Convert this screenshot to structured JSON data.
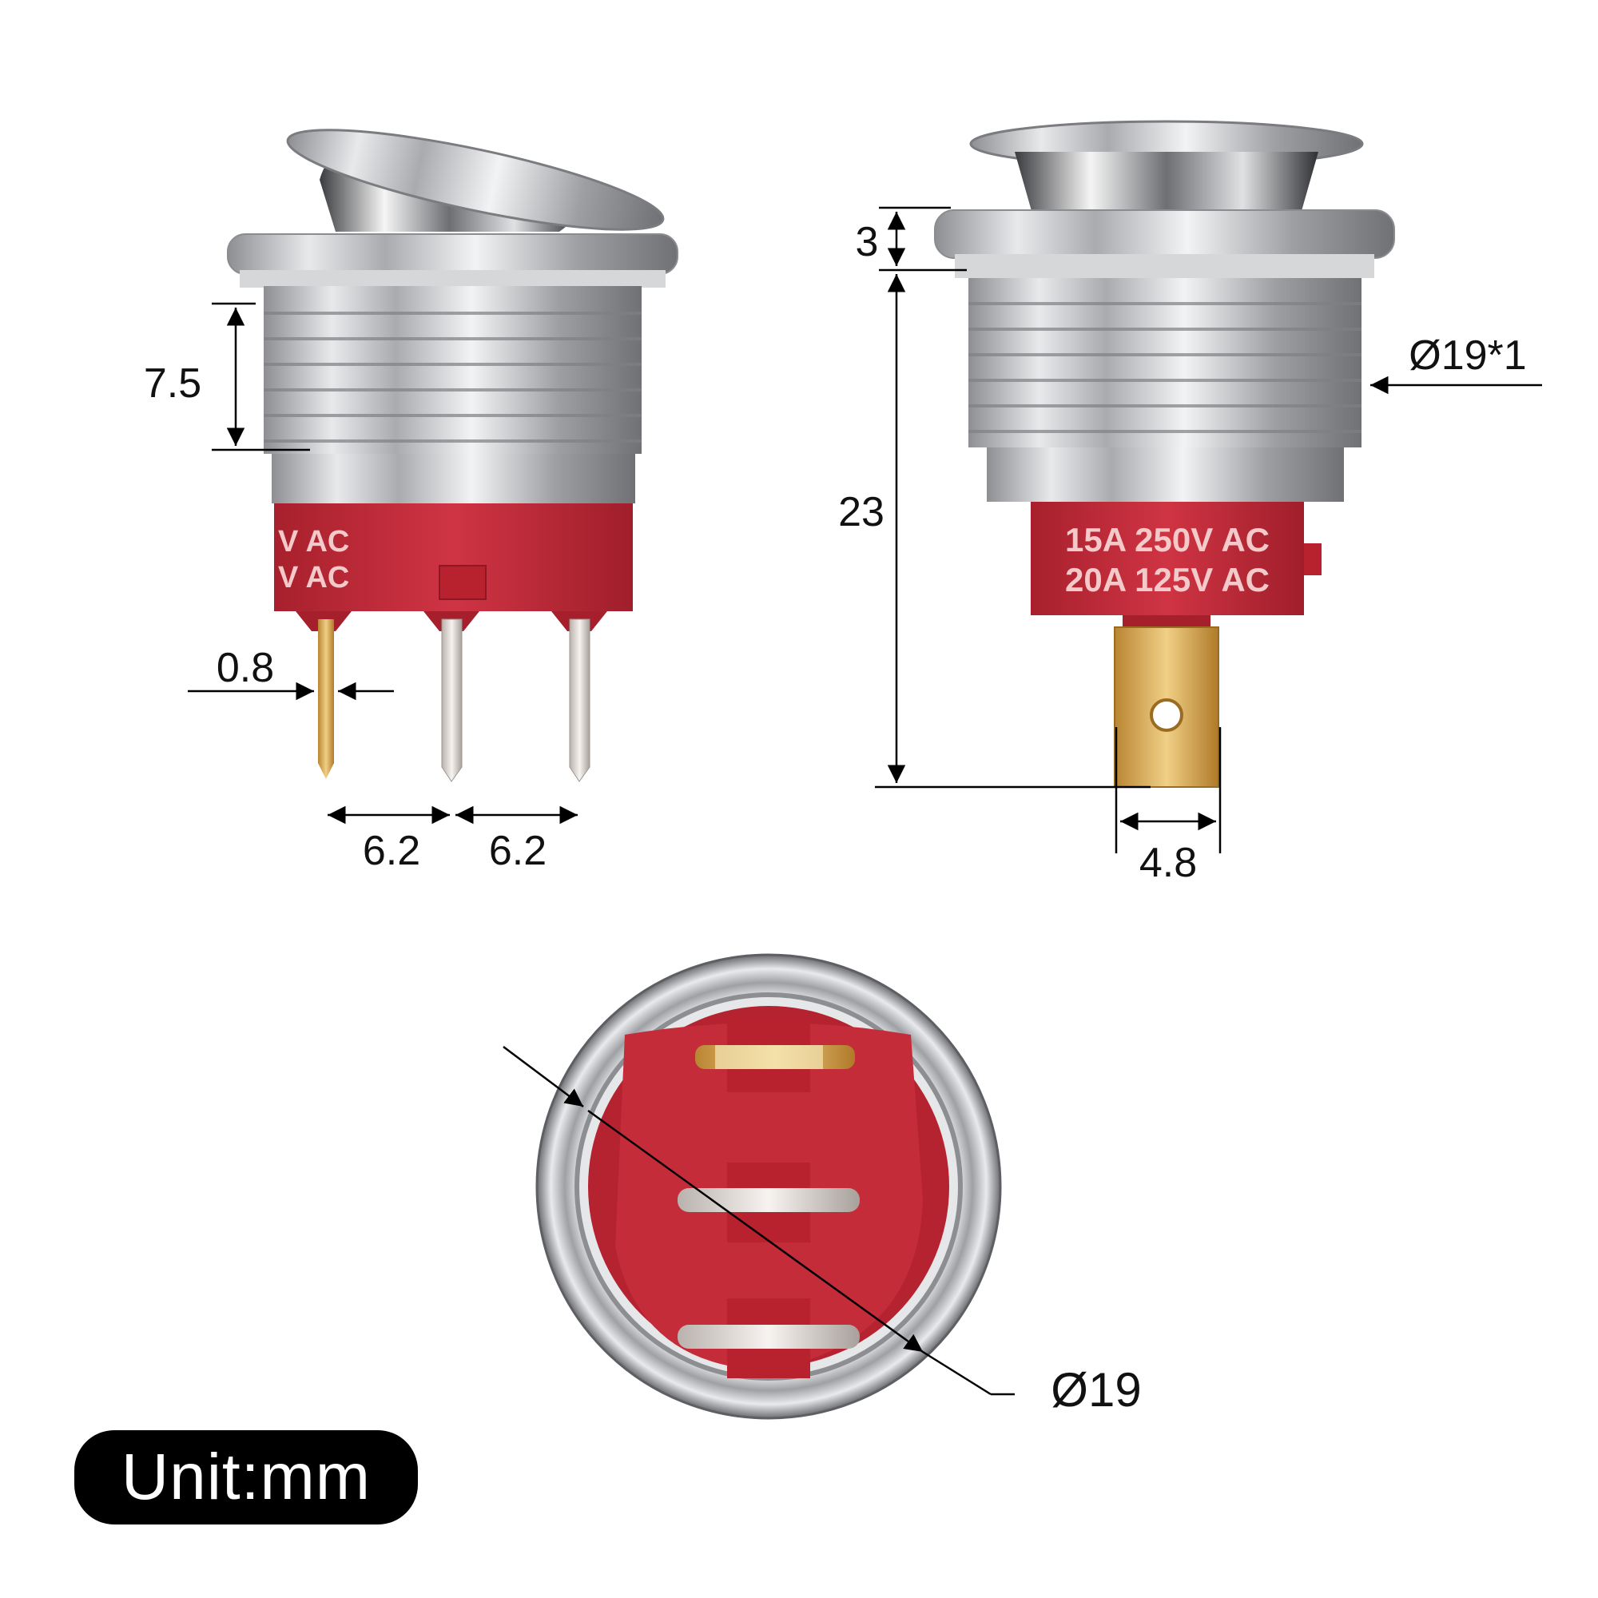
{
  "dimensions": {
    "thread_length": "7.5",
    "pin_thickness": "0.8",
    "pin_pitch_left": "6.2",
    "pin_pitch_right": "6.2",
    "head_height": "3",
    "body_height": "23",
    "thread_spec": "Ø19*1",
    "terminal_width": "4.8",
    "diameter": "Ø19"
  },
  "rating": {
    "line1": "15A 250V AC",
    "line2": "20A 125V AC",
    "side_line1": "V AC",
    "side_line2": "V AC"
  },
  "unit_label": "Unit:mm",
  "colors": {
    "housing_red": "#c42c3a",
    "steel": "#c9cacc",
    "brass": "#d8a94e",
    "badge": "#000000"
  }
}
